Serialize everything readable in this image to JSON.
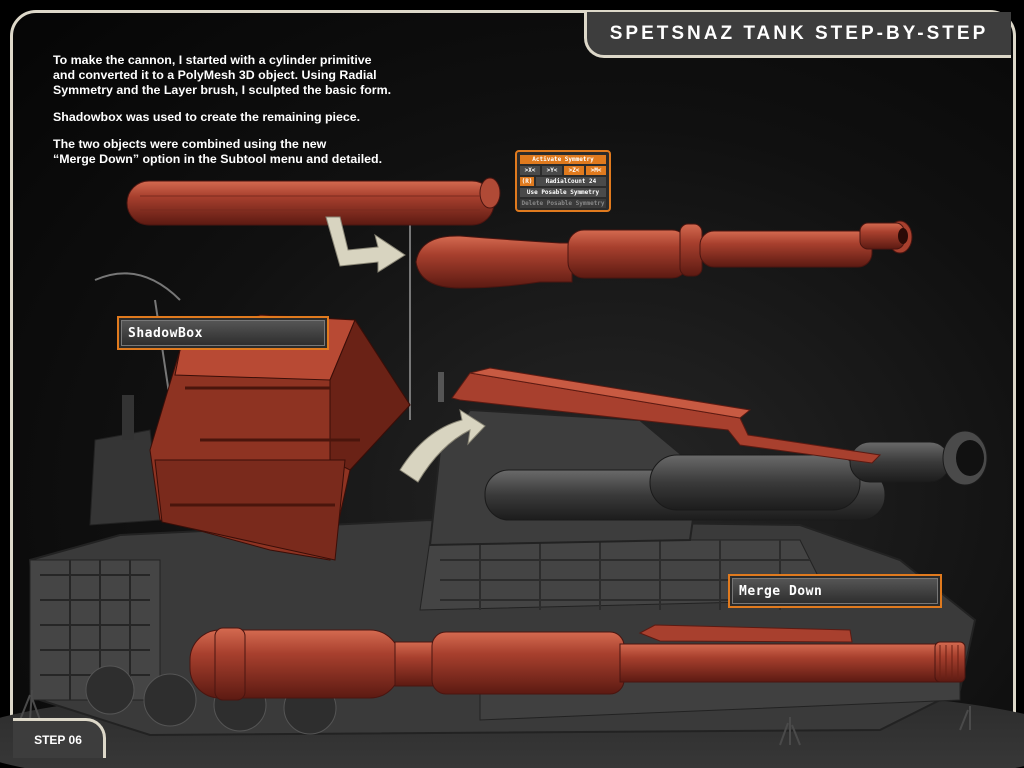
{
  "title": "SPETSNAZ TANK STEP-BY-STEP",
  "step": "STEP 06",
  "intro": [
    "To make the cannon, I started with a cylinder primitive\nand converted it to a PolyMesh 3D object.  Using Radial\nSymmetry and the Layer brush, I sculpted the basic form.",
    "Shadowbox was used to create the remaining piece.",
    "The two objects were combined using the new\n“Merge Down” option in the Subtool menu and detailed."
  ],
  "shadowbox_label": "ShadowBox",
  "merge_down_label": "Merge Down",
  "symmetry_panel": {
    "activate": "Activate Symmetry",
    "axes": [
      ">X<",
      ">Y<",
      ">Z<",
      ">M<"
    ],
    "r_toggle": "(R)",
    "radial_count": "RadialCount 24",
    "use_posable": "Use Posable Symmetry",
    "delete_posable": "Delete Posable Symmetry"
  },
  "colors": {
    "accent": "#e07a1e",
    "clay": "#9c3a2a",
    "frame": "#ddd8c9",
    "tab": "#3d3d3d"
  }
}
